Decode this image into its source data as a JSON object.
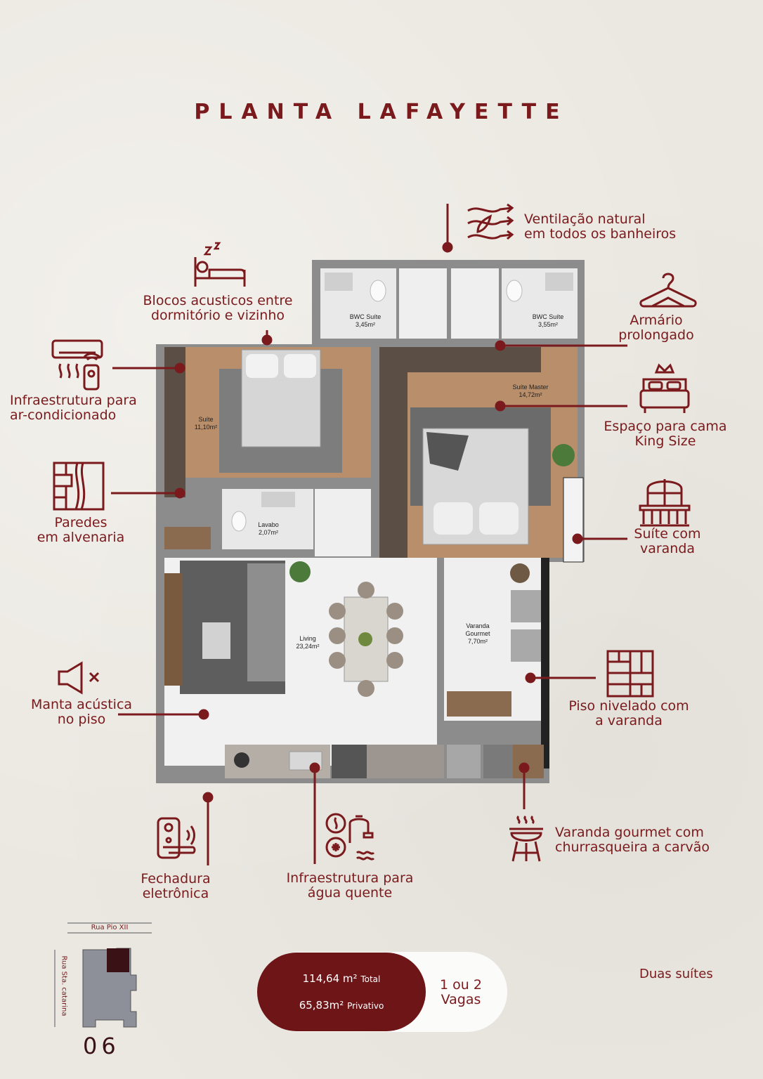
{
  "title": "PLANTA LAFAYETTE",
  "colors": {
    "accent": "#7a1a1d",
    "background": "#ebe8e1",
    "pill": "#6e1518"
  },
  "features": {
    "ventilacao": {
      "line1": "Ventilação natural",
      "line2": "em todos os banheiros",
      "icon": "ventilation-icon"
    },
    "blocos": {
      "line1": "Blocos acusticos entre",
      "line2": "dormitório e vizinho",
      "icon": "sleeping-icon"
    },
    "armario": {
      "line1": "Armário",
      "line2": "prolongado",
      "icon": "hanger-icon"
    },
    "ar": {
      "line1": "Infraestrutura para",
      "line2": "ar-condicionado",
      "icon": "air-conditioner-icon"
    },
    "cama": {
      "line1": "Espaço para cama",
      "line2": "King Size",
      "icon": "king-bed-icon"
    },
    "paredes": {
      "line1": "Paredes",
      "line2": "em alvenaria",
      "icon": "walls-icon"
    },
    "varanda": {
      "line1": "Suíte com",
      "line2": "varanda",
      "icon": "balcony-icon"
    },
    "manta": {
      "line1": "Manta acústica",
      "line2": "no piso",
      "icon": "mute-speaker-icon"
    },
    "piso": {
      "line1": "Piso nivelado com",
      "line2": "a varanda",
      "icon": "floor-tiles-icon"
    },
    "fechadura": {
      "line1": "Fechadura",
      "line2": "eletrônica",
      "icon": "smart-lock-icon"
    },
    "agua": {
      "line1": "Infraestrutura para",
      "line2": "água quente",
      "icon": "hot-water-faucet-icon"
    },
    "churrasqueira": {
      "line1": "Varanda gourmet com",
      "line2": "churrasqueira a carvão",
      "icon": "grill-icon"
    }
  },
  "rooms": {
    "bwc1": {
      "name": "BWC Suíte",
      "area": "3,45m²"
    },
    "bwc2": {
      "name": "BWC Suíte",
      "area": "3,55m²"
    },
    "suite": {
      "name": "Suíte",
      "area": "11,10m²"
    },
    "master": {
      "name": "Suíte Master",
      "area": "14,72m²"
    },
    "lavabo": {
      "name": "Lavabo",
      "area": "2,07m²"
    },
    "living": {
      "name": "Living",
      "area": "23,24m²"
    },
    "varanda": {
      "name": "Varanda",
      "name2": "Gourmet",
      "area": "7,70m²"
    }
  },
  "summary": {
    "total_value": "114,64 m²",
    "total_label": "Total",
    "priv_value": "65,83m²",
    "priv_label": "Privativo",
    "vagas_line1": "1 ou 2",
    "vagas_line2": "Vagas",
    "suites": "Duas suítes"
  },
  "map": {
    "street_top": "Rua Pio XII",
    "street_side": "Rua Sta. catarina",
    "unit_number": "06"
  }
}
